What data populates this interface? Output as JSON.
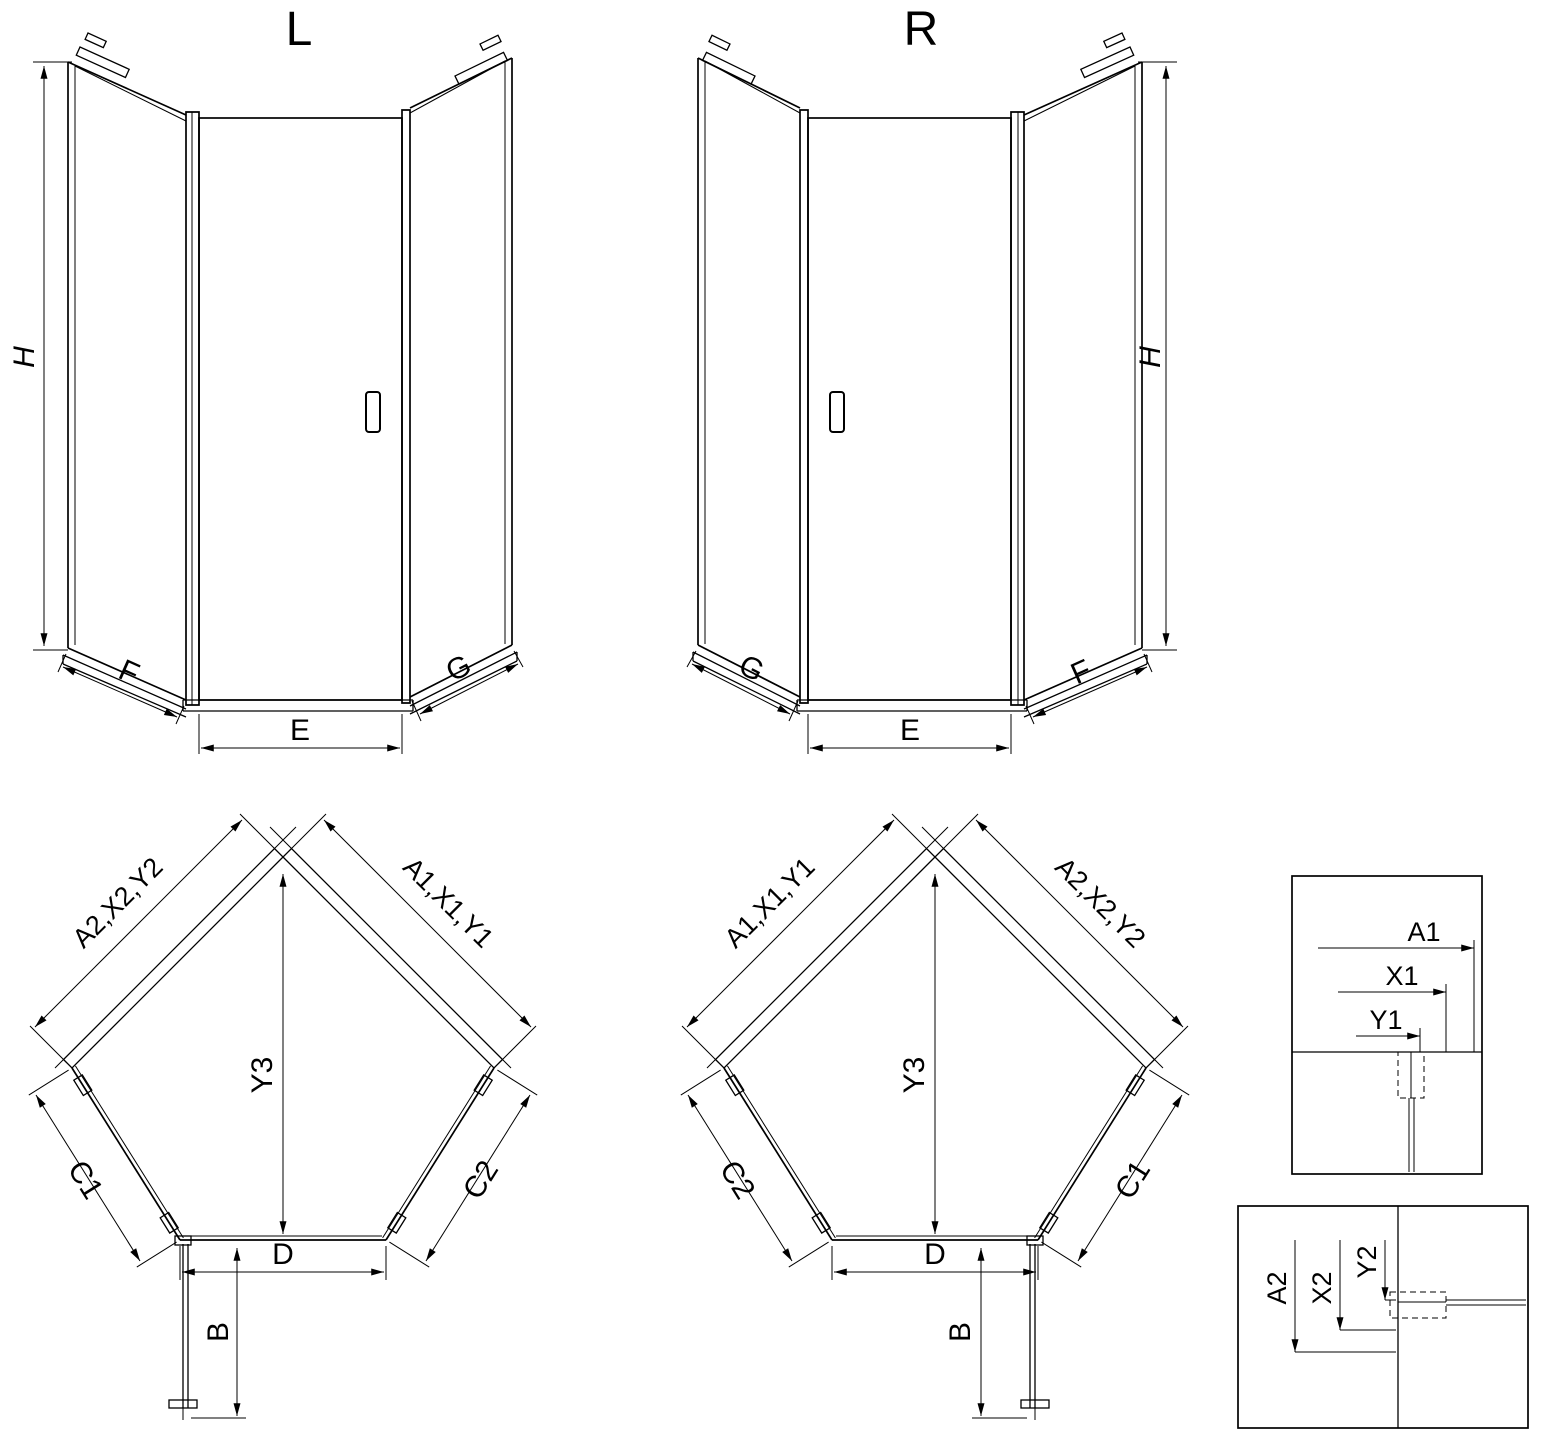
{
  "drawing": {
    "background": "#ffffff",
    "line_color": "#000000"
  },
  "views": {
    "elevation_left": {
      "title": "L",
      "dims": {
        "height": "H",
        "left": "F",
        "center": "E",
        "right": "G"
      }
    },
    "elevation_right": {
      "title": "R",
      "dims": {
        "height": "H",
        "left": "G",
        "center": "E",
        "right": "F"
      }
    },
    "plan_left": {
      "dims": {
        "wall_left": "A2,X2,Y2",
        "wall_right": "A1,X1,Y1",
        "depth": "Y3",
        "panel_left": "C1",
        "panel_right": "C2",
        "door_width": "D",
        "door_open": "B"
      }
    },
    "plan_right": {
      "dims": {
        "wall_left": "A1,X1,Y1",
        "wall_right": "A2,X2,Y2",
        "depth": "Y3",
        "panel_left": "C2",
        "panel_right": "C1",
        "door_width": "D",
        "door_open": "B"
      }
    },
    "detail_top": {
      "dims": [
        "A1",
        "X1",
        "Y1"
      ]
    },
    "detail_bottom": {
      "dims": [
        "A2",
        "X2",
        "Y2"
      ]
    }
  }
}
